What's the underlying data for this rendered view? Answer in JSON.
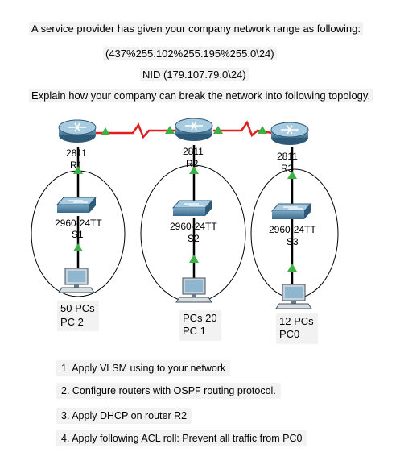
{
  "intro": "A service provider has given your company network range as following:",
  "network_range": "(437%255.102%255.195%255.0\\24)",
  "nid": "NID (179.107.79.0\\24)",
  "question": "Explain how your company can break the network into following topology.",
  "routers": [
    {
      "model": "2811",
      "name": "R1"
    },
    {
      "model": "2811",
      "name": "R2"
    },
    {
      "model": "2811",
      "name": "R3"
    }
  ],
  "switches": [
    {
      "model": "2960-24TT",
      "name": "S1"
    },
    {
      "model": "2960-24TT",
      "name": "S2"
    },
    {
      "model": "2960-24TT",
      "name": "S3"
    }
  ],
  "hosts": [
    {
      "count": "50 PCs",
      "name": "PC 2"
    },
    {
      "count": "PCs 20",
      "name": "PC 1"
    },
    {
      "count": "12 PCs",
      "name": "PC0"
    }
  ],
  "tasks": [
    "1. Apply VLSM using to your network",
    "2. Configure routers with OSPF routing protocol.",
    "3. Apply DHCP on router R2",
    "4. Apply following ACL roll: Prevent all traffic from PC0"
  ],
  "colors": {
    "serial_link": "#e02020",
    "link_up": "#3cb043",
    "device": "#5b8fae"
  }
}
